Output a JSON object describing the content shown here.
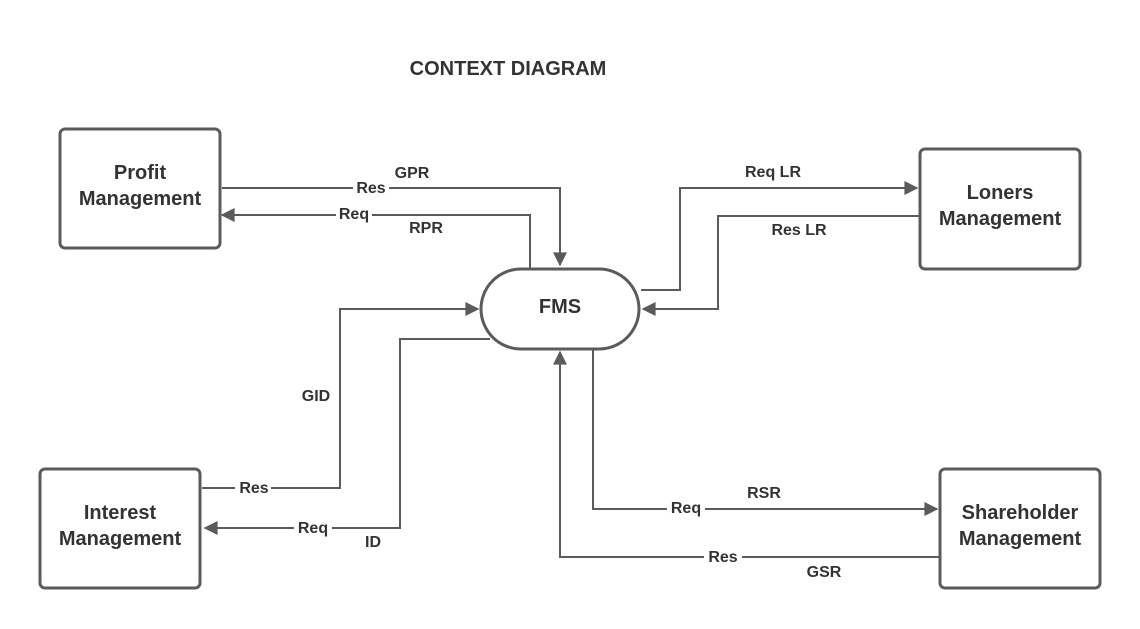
{
  "title": "CONTEXT DIAGRAM",
  "center": {
    "label": "FMS"
  },
  "entities": {
    "profit": {
      "line1": "Profit",
      "line2": "Management"
    },
    "loners": {
      "line1": "Loners",
      "line2": "Management"
    },
    "interest": {
      "line1": "Interest",
      "line2": "Management"
    },
    "shareholder": {
      "line1": "Shareholder",
      "line2": "Management"
    }
  },
  "flows": {
    "gpr": "GPR",
    "profit_res": "Res",
    "profit_req": "Req",
    "rpr": "RPR",
    "req_lr": "Req LR",
    "res_lr": "Res LR",
    "gid": "GID",
    "interest_res": "Res",
    "interest_req": "Req",
    "id": "ID",
    "rsr": "RSR",
    "share_req": "Req",
    "share_res": "Res",
    "gsr": "GSR"
  }
}
